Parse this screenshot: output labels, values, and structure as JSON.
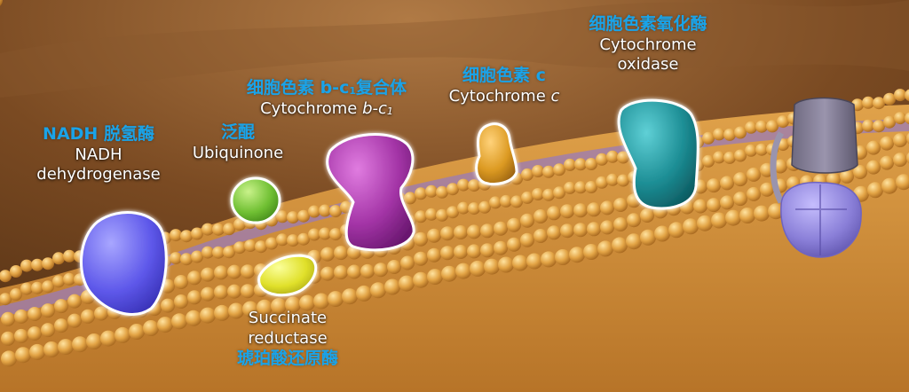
{
  "scene": {
    "description_icons": [
      "nadh-dehydrogenase-protein",
      "ubiquinone-protein",
      "succinate-reductase-protein",
      "cytochrome-bc1-protein",
      "cytochrome-c-protein",
      "cytochrome-oxidase-protein",
      "atp-synthase-protein"
    ],
    "colors": {
      "background": "#6b3f1c",
      "membrane": "#d9a24c",
      "nadh_dehydrogenase": "#6a66f0",
      "ubiquinone": "#7cc242",
      "succinate_reductase": "#e6e63a",
      "cytochrome_bc1": "#a93aa8",
      "cytochrome_c": "#e0a12a",
      "cytochrome_oxidase": "#1f8f95",
      "atp_synthase": "#8a7fd8",
      "label_chinese": "#1aa3e8",
      "label_english": "#ffffff"
    }
  },
  "labels": {
    "nadh": {
      "cn": "NADH 脱氢酶",
      "en1": "NADH",
      "en2": "dehydrogenase"
    },
    "ubiquinone": {
      "cn": "泛醌",
      "en": "Ubiquinone"
    },
    "bc1": {
      "cn_main": "细胞色素 b-c",
      "cn_sub": "1",
      "cn_tail": "复合体",
      "en_main": "Cytochrome ",
      "en_italic": "b-c",
      "en_sub": "1"
    },
    "cytc": {
      "cn": "细胞色素 c",
      "en_main": "Cytochrome ",
      "en_italic": "c"
    },
    "oxidase": {
      "cn": "细胞色素氧化酶",
      "en1": "Cytochrome",
      "en2": "oxidase"
    },
    "succinate": {
      "en1": "Succinate",
      "en2": "reductase",
      "cn": "琥珀酸还原酶"
    }
  }
}
